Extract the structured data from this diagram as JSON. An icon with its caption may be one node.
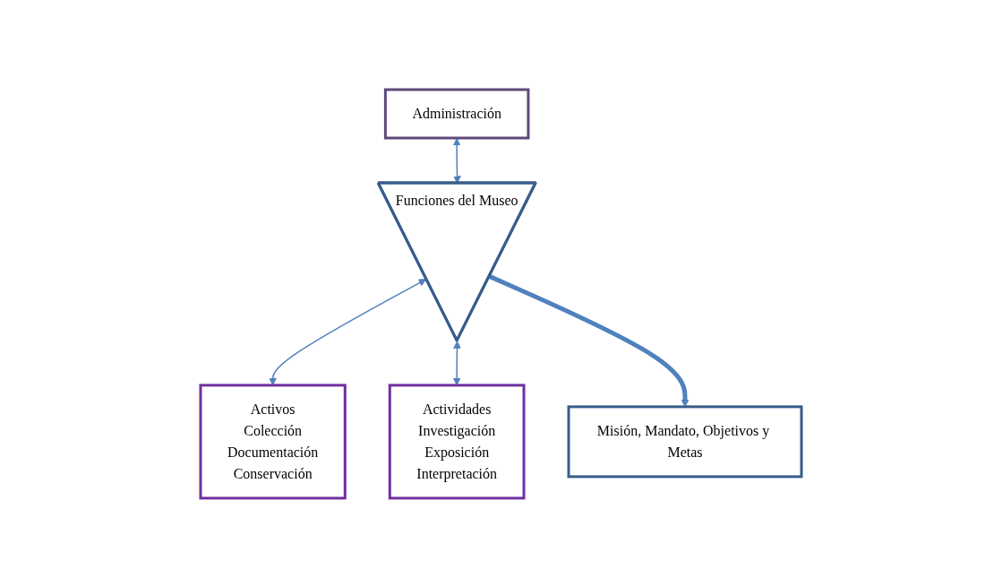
{
  "diagram": {
    "nodes": [
      {
        "text": [
          "Administración"
        ]
      },
      {
        "text": [
          "Activos",
          "Colección",
          "Documentación",
          "Conservación"
        ]
      },
      {
        "text": [
          "Funciones del Museo"
        ]
      },
      {
        "text": [
          "Actividades",
          "Investigación",
          "Exposición",
          "Interpretación"
        ]
      },
      {
        "text": [
          "Misión, Mandato, Objetivos y Metas"
        ]
      }
    ],
    "edges": [
      {
        "from": 0,
        "to": 2,
        "arrow": "both"
      },
      {
        "from": 2,
        "to": 1,
        "arrow": "both"
      },
      {
        "from": 2,
        "to": 3,
        "arrow": "both"
      },
      {
        "from": 2,
        "to": 4,
        "arrow": "to",
        "style": "thick"
      }
    ]
  }
}
